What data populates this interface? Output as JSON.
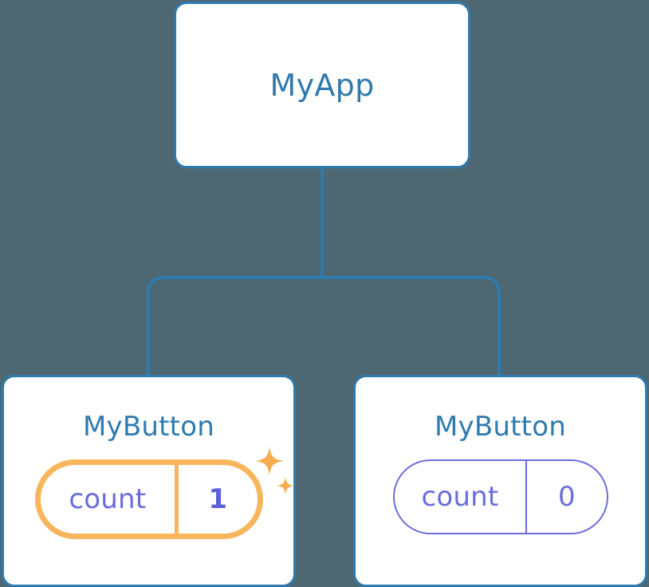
{
  "diagram": {
    "type": "component-tree",
    "background_color": "#4d6872",
    "connector_color": "#2f7aae",
    "node_border_color": "#2f7aae",
    "node_title_color": "#2f7aae",
    "state_color": "#6a6ddb",
    "highlight_color": "#f8b65c",
    "highlight_glow_color": "#fbd9a9",
    "highlight_value_color": "#5b62d8",
    "root": {
      "title": "MyApp"
    },
    "children": [
      {
        "title": "MyButton",
        "state": {
          "key": "count",
          "value": "1"
        },
        "highlighted": true,
        "sparkles": [
          "sparkle-large-icon",
          "sparkle-small-icon"
        ]
      },
      {
        "title": "MyButton",
        "state": {
          "key": "count",
          "value": "0"
        },
        "highlighted": false,
        "sparkles": []
      }
    ]
  }
}
